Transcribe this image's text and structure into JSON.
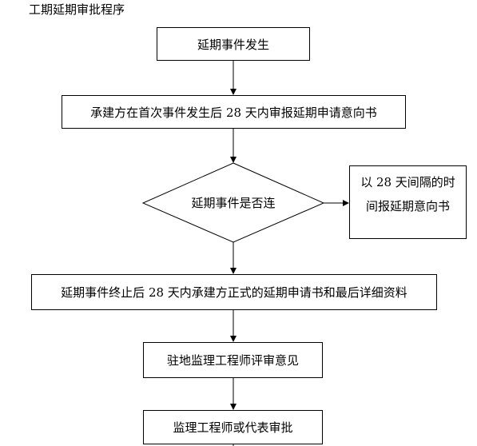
{
  "title": "工期延期审批程序",
  "nodes": {
    "delay_event": "延期事件发生",
    "notice_28d": "承建方在首次事件发生后 28 天内审报延期申请意向书",
    "decision": "延期事件是否连",
    "side_note_line1": "以 28 天间隔的时",
    "side_note_line2": "间报延期意向书",
    "formal_application": "延期事件终止后 28 天内承建方正式的延期申请书和最后详细资料",
    "site_supervisor_review": "驻地监理工程师评审意见",
    "chief_engineer_approval": "监理工程师或代表审批"
  },
  "colors": {
    "line": "#000000",
    "background": "#ffffff"
  }
}
